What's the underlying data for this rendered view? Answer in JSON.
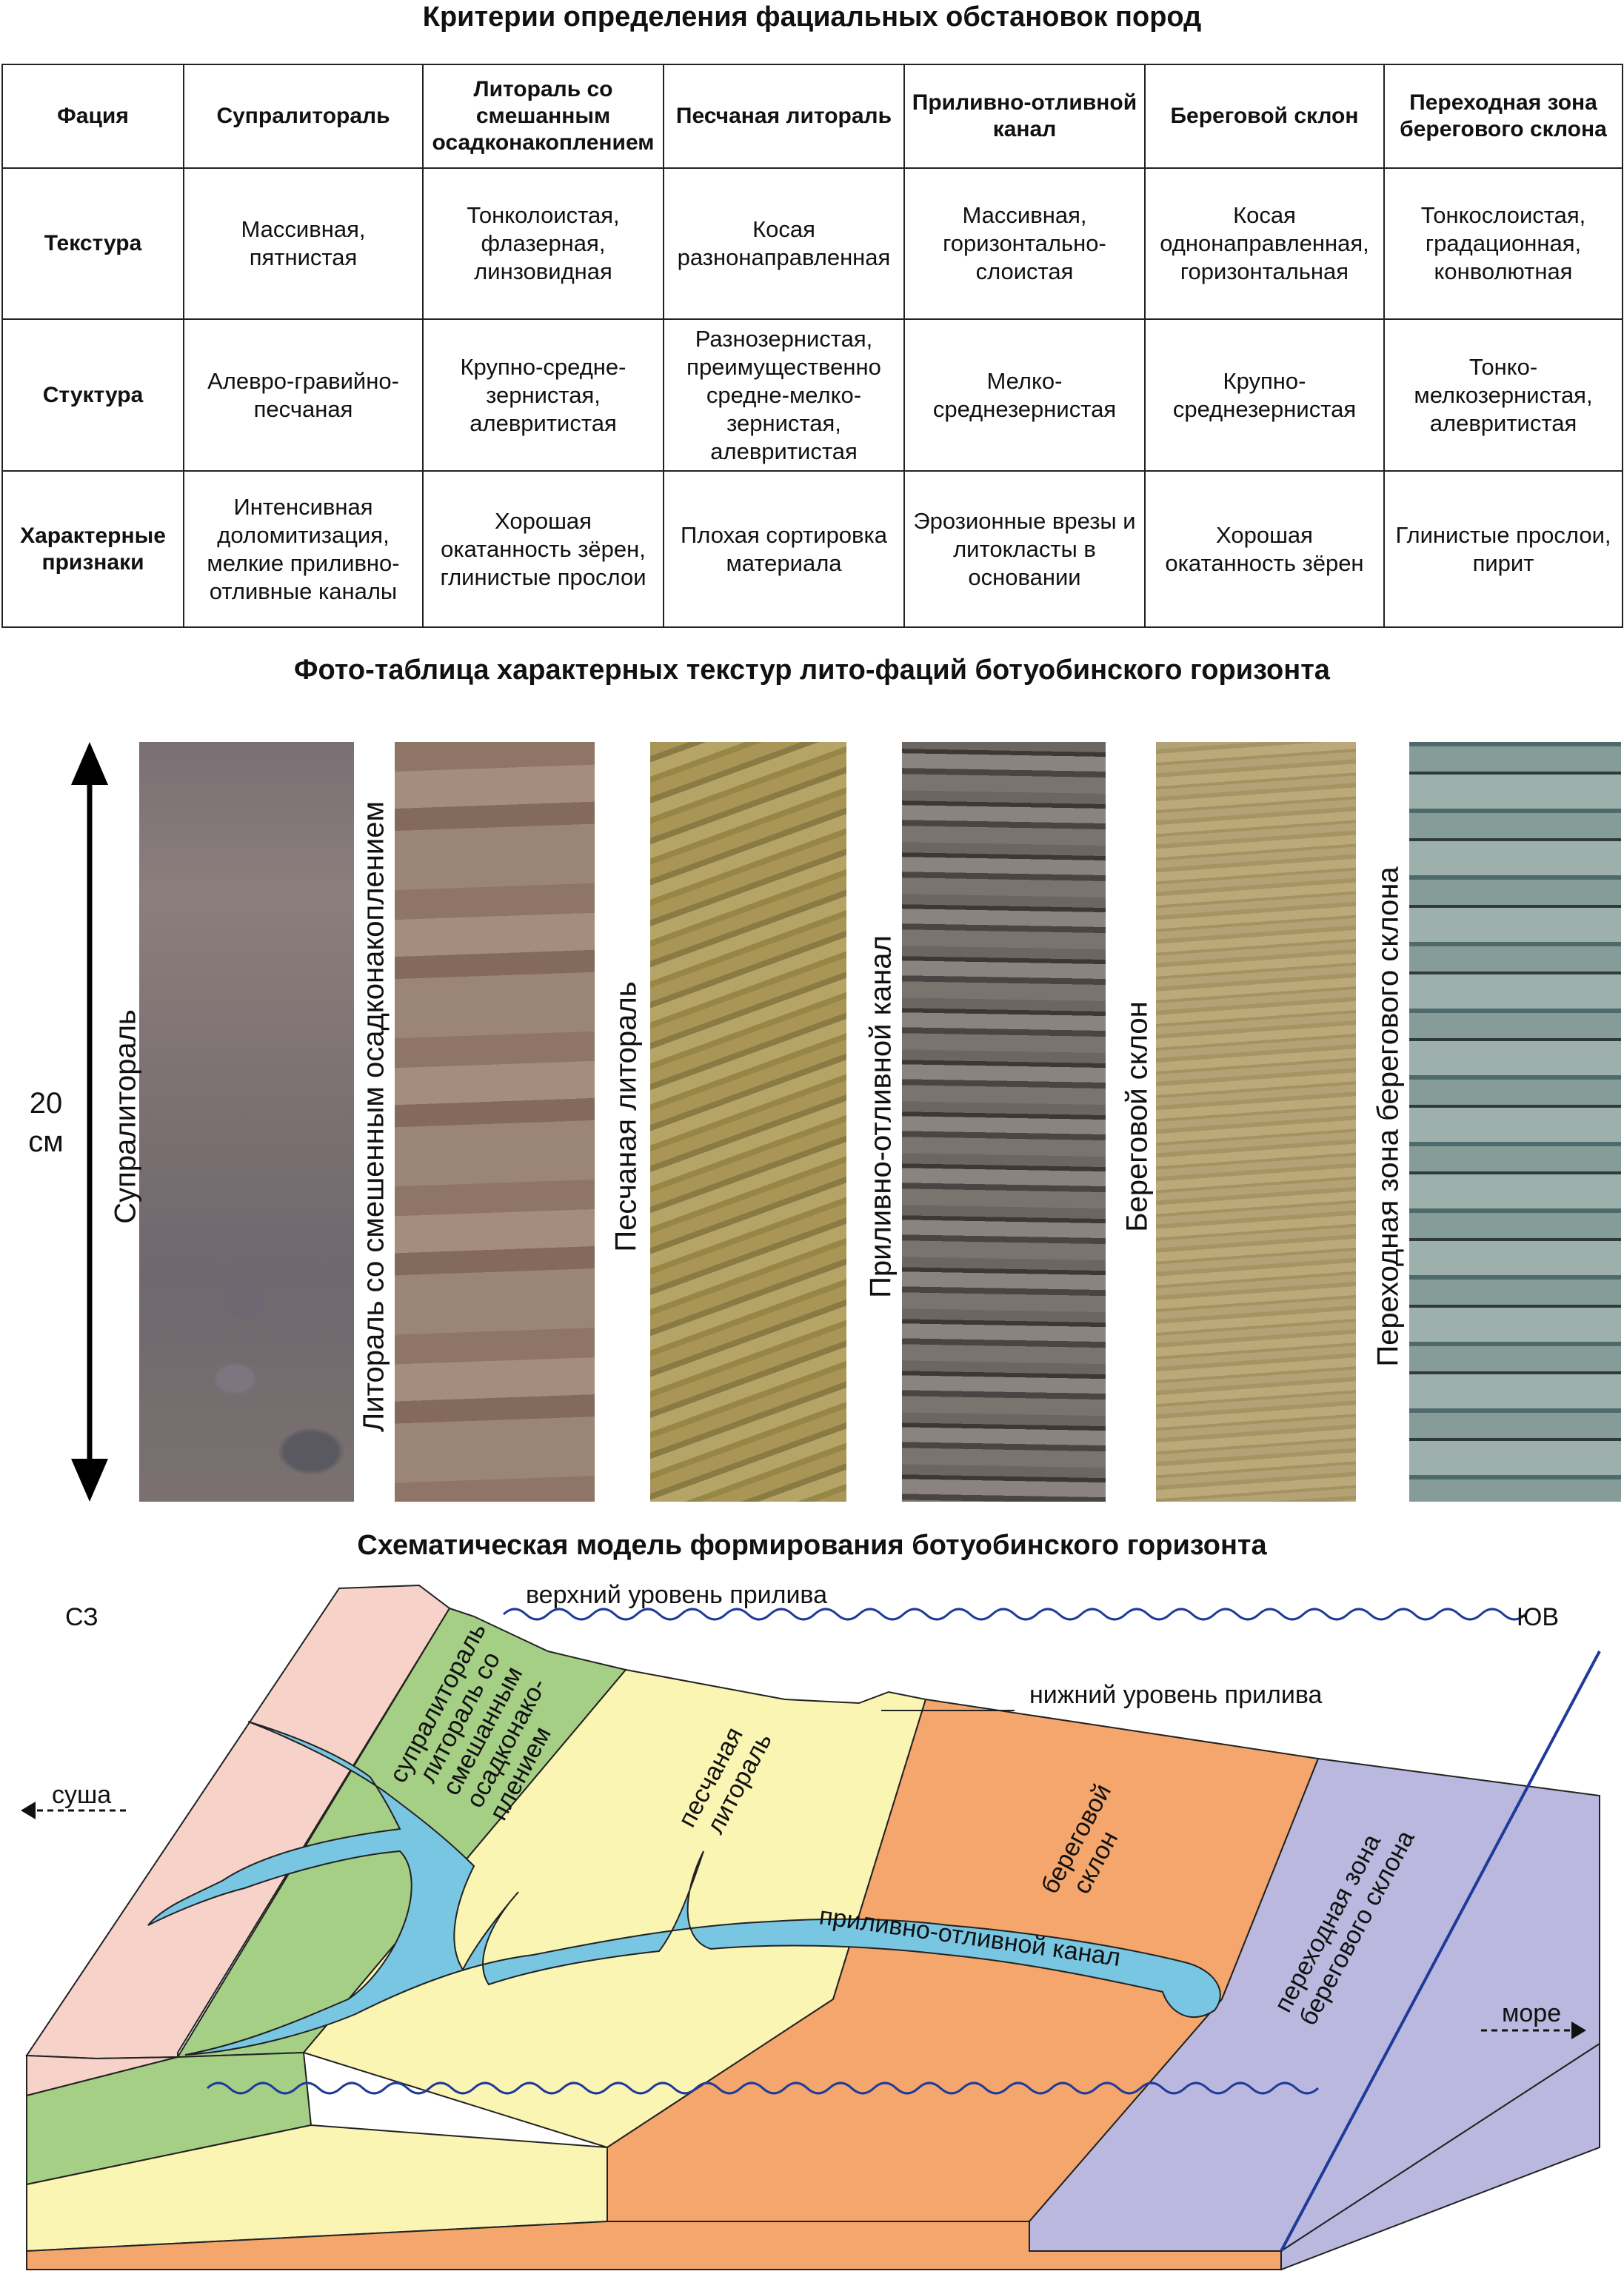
{
  "titles": {
    "criteria": "Критерии определения фациальных обстановок пород",
    "photos": "Фото-таблица характерных текстур лито-фаций ботуобинского горизонта",
    "model": "Схематическая модель формирования ботуобинского горизонта"
  },
  "table": {
    "header": [
      "Фация",
      "Супралитораль",
      "Литораль со смешанным осадконакоплением",
      "Песчаная литораль",
      "Приливно-отливной канал",
      "Береговой склон",
      "Переходная зона берегового склона"
    ],
    "rows": [
      {
        "label": "Текстура",
        "cells": [
          "Массивная, пятнистая",
          "Тонколоистая, флазерная, линзовидная",
          "Косая разнонаправленная",
          "Массивная, горизонтально-слоистая",
          "Косая однонаправленная, горизонтальная",
          "Тонкослоистая, градационная, конволютная"
        ]
      },
      {
        "label": "Стуктура",
        "cells": [
          "Алевро-гравийно-песчаная",
          "Крупно-средне-зернистая, алевритистая",
          "Разнозернистая, преимущественно средне-мелко-зернистая, алевритистая",
          "Мелко-среднезернистая",
          "Крупно-среднезернистая",
          "Тонко-мелкозернистая, алевритистая"
        ]
      },
      {
        "label": "Характерные признаки",
        "cells": [
          "Интенсивная доломитизация, мелкие приливно-отливные каналы",
          "Хорошая окатанность зёрен, глинистые прослои",
          "Плохая сортировка материала",
          "Эрозионные врезы и литокласты в основании",
          "Хорошая окатанность зёрен",
          "Глинистые прослои, пирит"
        ]
      }
    ]
  },
  "photos": {
    "scale_value": "20",
    "scale_unit": "см",
    "labels": [
      "Супралитораль",
      "Литораль со смешенным осадконакоплением",
      "Песчаная литораль",
      "Приливно-отливной канал",
      "Береговой склон",
      "Переходная зона берегового склона"
    ]
  },
  "model": {
    "nw": "СЗ",
    "se": "ЮВ",
    "land": "суша",
    "sea": "море",
    "high_tide": "верхний уровень прилива",
    "low_tide": "нижний уровень прилива",
    "supralittoral": "супралитораль",
    "mixed_lines": [
      "литораль со",
      "смешанным",
      "осадконако-",
      "плением"
    ],
    "sandy_lines": [
      "песчаная",
      "литораль"
    ],
    "channel": "приливно-отливной канал",
    "slope_lines": [
      "береговой",
      "склон"
    ],
    "transition_lines": [
      "переходная зона",
      "берегового склона"
    ]
  },
  "colors": {
    "supralittoral": "#f6d2c8",
    "mixed": "#a6cf86",
    "sandy": "#fbf5b4",
    "slope": "#f4a66c",
    "transition": "#bab8de",
    "channel": "#78c6e2",
    "water": "#1f3b9a"
  }
}
